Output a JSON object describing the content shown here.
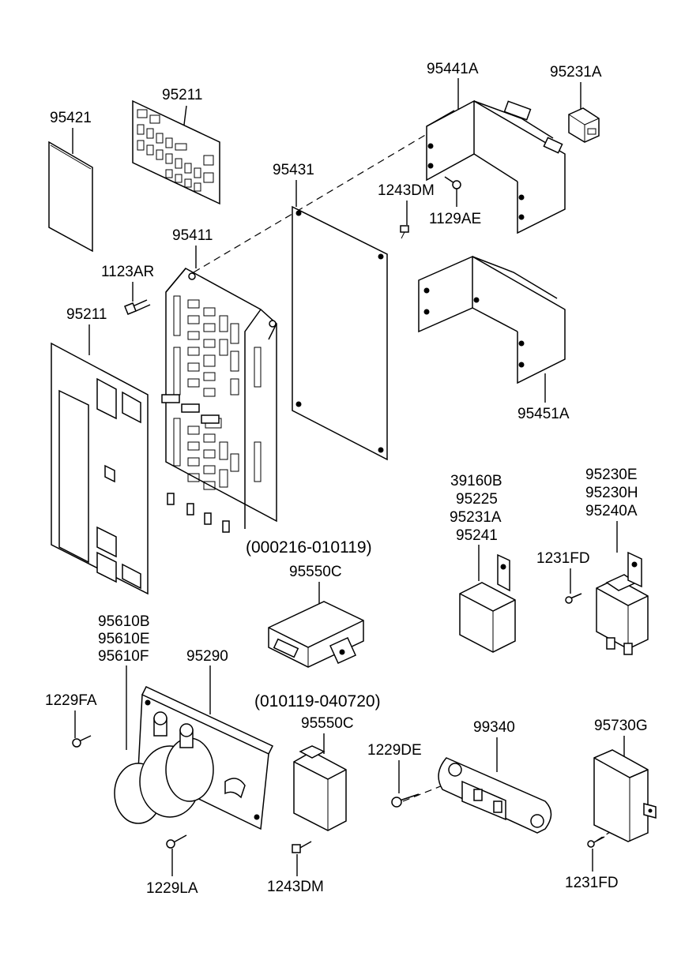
{
  "labels": {
    "p95421": "95421",
    "p95211_top": "95211",
    "p95441A": "95441A",
    "p95231A_top": "95231A",
    "p95431": "95431",
    "p1243DM_top": "1243DM",
    "p1129AE": "1129AE",
    "p95411": "95411",
    "p1123AR": "1123AR",
    "p95211_mid": "95211",
    "p95451A": "95451A",
    "relay_group_1": [
      "39160B",
      "95225",
      "95231A",
      "95241"
    ],
    "relay_group_2": [
      "95230E",
      "95230H",
      "95240A"
    ],
    "p1231FD_mid": "1231FD",
    "date_range_1": "(000216-010119)",
    "p95550C_1": "95550C",
    "horn_group": [
      "95610B",
      "95610E",
      "95610F"
    ],
    "p95290": "95290",
    "p1229FA": "1229FA",
    "date_range_2": "(010119-040720)",
    "p95550C_2": "95550C",
    "p1229DE": "1229DE",
    "p99340": "99340",
    "p95730G": "95730G",
    "p1229LA": "1229LA",
    "p1243DM_bot": "1243DM",
    "p1231FD_bot": "1231FD"
  }
}
